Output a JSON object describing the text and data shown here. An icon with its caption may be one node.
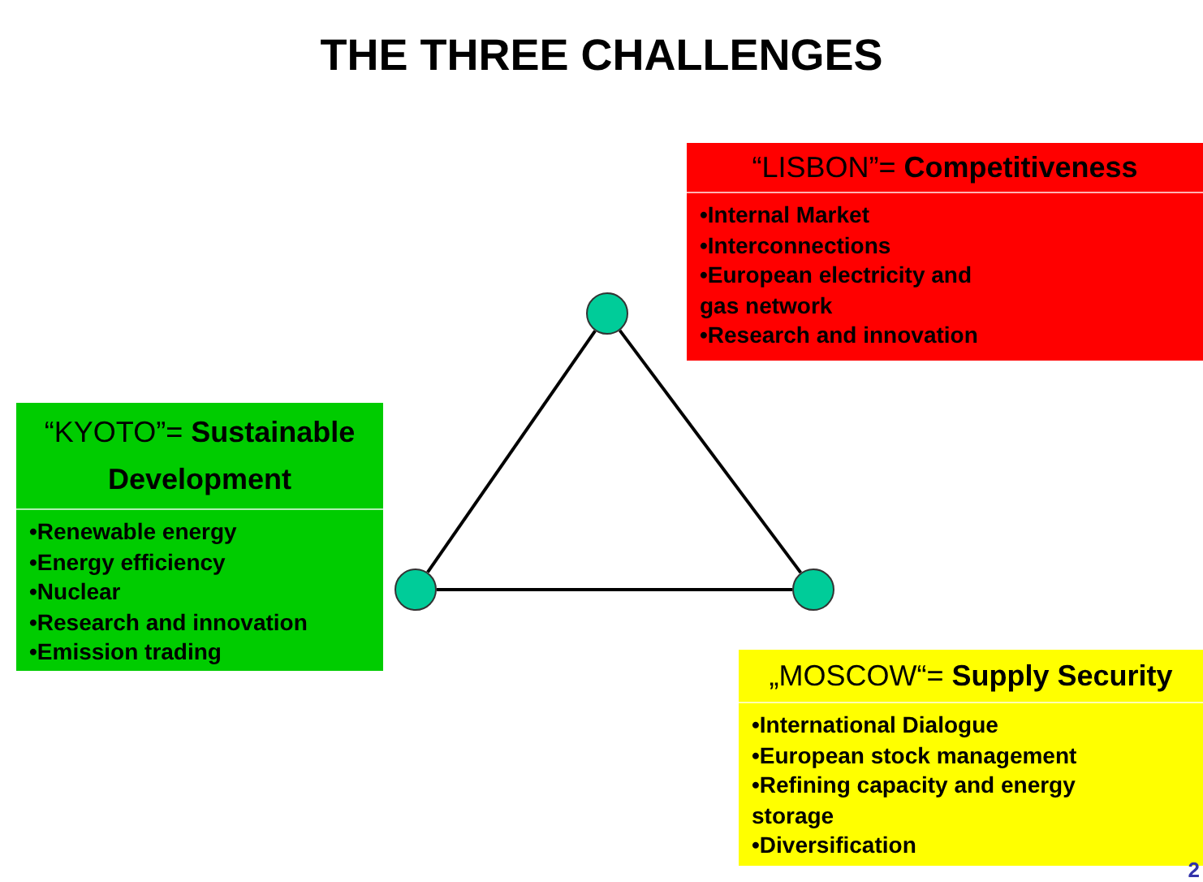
{
  "diagram": {
    "title": "THE THREE CHALLENGES",
    "nodes": [
      {
        "text": [
          "“LISBON”= **Competitiveness**",
          "•Internal Market",
          "•Interconnections",
          "•European electricity and gas network",
          "•Research and innovation"
        ]
      },
      {
        "text": [],
        "shape": "circle"
      },
      {
        "text": [
          "“KYOTO”= **Sustainable Development**",
          "•Renewable energy",
          "•Energy efficiency",
          "•Nuclear",
          "•Research and innovation",
          "•Emission trading"
        ]
      },
      {
        "text": [],
        "shape": "circle"
      },
      {
        "text": [],
        "shape": "circle"
      },
      {
        "text": [
          "„MOSCOW“= **Supply Security**",
          "•International Dialogue",
          "•European stock management",
          "•Refining capacity and energy storage",
          "•Diversification"
        ]
      }
    ],
    "edges": [
      {
        "from": 1,
        "to": 3,
        "arrow": "none"
      },
      {
        "from": 1,
        "to": 4,
        "arrow": "none"
      },
      {
        "from": 3,
        "to": 4,
        "arrow": "none"
      }
    ],
    "labels": [
      "2"
    ]
  }
}
